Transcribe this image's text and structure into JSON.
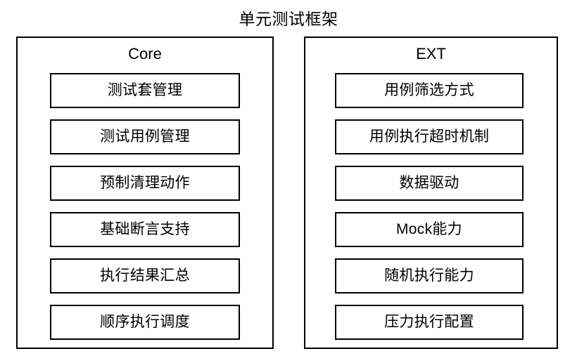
{
  "diagram": {
    "title": "单元测试框架",
    "groups": [
      {
        "name": "core",
        "title": "Core",
        "items": [
          {
            "label": "测试套管理"
          },
          {
            "label": "测试用例管理"
          },
          {
            "label": "预制清理动作"
          },
          {
            "label": "基础断言支持"
          },
          {
            "label": "执行结果汇总"
          },
          {
            "label": "顺序执行调度"
          }
        ]
      },
      {
        "name": "ext",
        "title": "EXT",
        "items": [
          {
            "label": "用例筛选方式"
          },
          {
            "label": "用例执行超时机制"
          },
          {
            "label": "数据驱动"
          },
          {
            "label": "Mock能力"
          },
          {
            "label": "随机执行能力"
          },
          {
            "label": "压力执行配置"
          }
        ]
      }
    ]
  },
  "colors": {
    "background": "#ffffff",
    "stroke": "#000000",
    "text": "#000000"
  }
}
